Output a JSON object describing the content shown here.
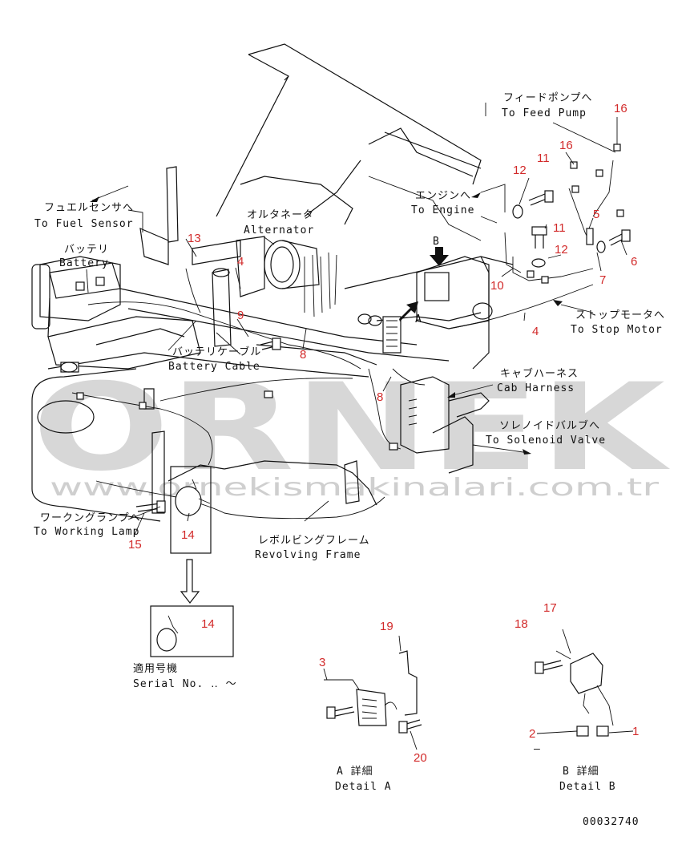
{
  "watermark": {
    "brand": "ORNEK",
    "url": "www.ornekismakinalari.com.tr"
  },
  "labels": {
    "fuel_sensor": {
      "jp": "フュエルセンサへ",
      "en": "To Fuel Sensor"
    },
    "battery": {
      "jp": "バッテリ",
      "en": "Battery"
    },
    "alternator": {
      "jp": "オルタネータ",
      "en": "Alternator"
    },
    "engine": {
      "jp": "エンジンへ",
      "en": "To Engine"
    },
    "feed_pump": {
      "jp": "フィードポンプへ",
      "en": "To Feed Pump"
    },
    "stop_motor": {
      "jp": "ストップモータへ",
      "en": "To Stop Motor"
    },
    "battery_cable": {
      "jp": "バッテリケーブル",
      "en": "Battery Cable"
    },
    "cab_harness": {
      "jp": "キャブハーネス",
      "en": "Cab Harness"
    },
    "solenoid_valve": {
      "jp": "ソレノイドバルブへ",
      "en": "To Solenoid Valve"
    },
    "working_lamp": {
      "jp": "ワークングランプへ",
      "en": "To Working Lamp"
    },
    "revolving_frame": {
      "jp": "レボルビングフレーム",
      "en": "Revolving Frame"
    },
    "serial": {
      "jp": "適用号機",
      "en": "Serial No.  ‥ ～"
    },
    "detail_a": {
      "jp": "A 詳細",
      "en": "Detail A"
    },
    "detail_b": {
      "jp": "B 詳細",
      "en": "Detail B"
    },
    "view_a": "A",
    "view_b": "B",
    "dash": "–",
    "drawing_no": "00032740"
  },
  "part_numbers": {
    "n1": "1",
    "n2": "2",
    "n3": "3",
    "n4a": "4",
    "n4b": "4",
    "n5": "5",
    "n6": "6",
    "n7": "7",
    "n8a": "8",
    "n8b": "8",
    "n9": "9",
    "n10": "10",
    "n11a": "11",
    "n11b": "11",
    "n12a": "12",
    "n12b": "12",
    "n13": "13",
    "n14a": "14",
    "n14b": "14",
    "n15": "15",
    "n16a": "16",
    "n16b": "16",
    "n17": "17",
    "n18": "18",
    "n19": "19",
    "n20": "20"
  },
  "colors": {
    "callout": "#d22a2a",
    "line": "#111111",
    "watermark": "#d7d7d7"
  }
}
